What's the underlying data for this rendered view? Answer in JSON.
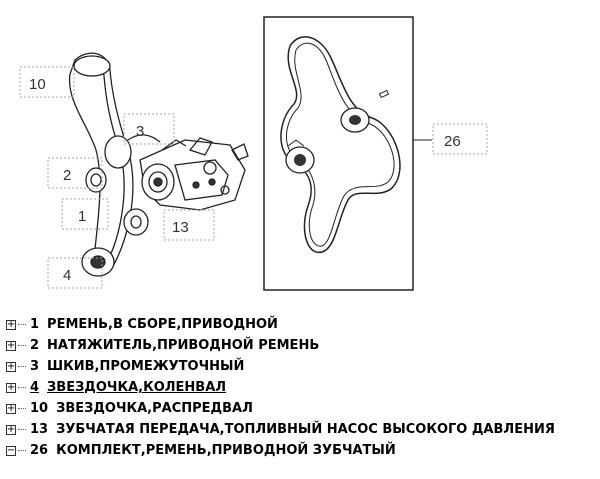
{
  "diagram": {
    "callouts": {
      "c10": "10",
      "c3": "3",
      "c2": "2",
      "c1": "1",
      "c13": "13",
      "c4": "4",
      "c26": "26"
    }
  },
  "legend": {
    "items": [
      {
        "number": "1",
        "label": "РЕМЕНЬ,В СБОРЕ,ПРИВОДНОЙ",
        "expander": "plus",
        "hover": false
      },
      {
        "number": "2",
        "label": "НАТЯЖИТЕЛЬ,ПРИВОДНОЙ РЕМЕНЬ",
        "expander": "plus",
        "hover": false
      },
      {
        "number": "3",
        "label": "ШКИВ,ПРОМЕЖУТОЧНЫЙ",
        "expander": "plus",
        "hover": false
      },
      {
        "number": "4",
        "label": "ЗВЕЗДОЧКА,КОЛЕНВАЛ",
        "expander": "plus",
        "hover": true
      },
      {
        "number": "10",
        "label": "ЗВЕЗДОЧКА,РАСПРЕДВАЛ",
        "expander": "plus",
        "hover": false
      },
      {
        "number": "13",
        "label": "ЗУБЧАТАЯ ПЕРЕДАЧА,ТОПЛИВНЫЙ НАСОС ВЫСОКОГО ДАВЛЕНИЯ",
        "expander": "plus",
        "hover": false
      },
      {
        "number": "26",
        "label": "КОМПЛЕКТ,РЕМЕНЬ,ПРИВОДНОЙ ЗУБЧАТЫЙ",
        "expander": "minus",
        "hover": false
      }
    ]
  }
}
